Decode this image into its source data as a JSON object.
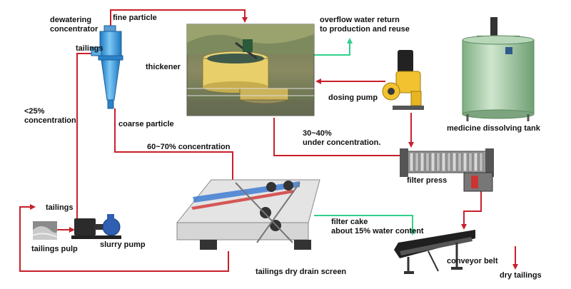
{
  "diagram": {
    "colors": {
      "flow_red": "#c8202a",
      "flow_green": "#2fd08a",
      "cyclone_blue": "#3aa0e0",
      "pump_yellow": "#f2c230",
      "tank_green": "#9fc7a0",
      "screen_gray": "#cfcfcf",
      "press_gray": "#8a8a8a",
      "belt_dark": "#2a2a2a"
    },
    "labels": {
      "dewatering_concentrator": [
        "dewatering",
        "concentrator"
      ],
      "fine_particle": "fine particle",
      "tailings_top": "tailings",
      "overflow_water": [
        "overflow water return",
        "to production and reuse"
      ],
      "thickener": "thickener",
      "dosing_pump": "dosing pump",
      "concentration_low": [
        "<25%",
        "concentration"
      ],
      "coarse_particle": "coarse particle",
      "medicine_tank": "medicine dissolving tank",
      "under_concentration": [
        "30~40%",
        "under concentration."
      ],
      "concentration_mid": "60~70% concentration",
      "filter_press": "filter press",
      "tailings_left": "tailings",
      "filter_cake": [
        "filter cake",
        "about 15% water content"
      ],
      "tailings_pulp": "tailings pulp",
      "slurry_pump": "slurry pump",
      "conveyor_belt": "conveyor belt",
      "dry_drain_screen": "tailings dry drain screen",
      "dry_tailings": "dry tailings"
    },
    "icons": {
      "cyclone": "hydrocyclone-icon",
      "thickener": "thickener-photo",
      "dosing_pump": "dosing-pump-icon",
      "tank": "tank-icon",
      "filter_press": "filter-press-icon",
      "screen": "dewatering-screen-icon",
      "slurry_pump": "slurry-pump-icon",
      "pulp": "tailings-pulp-icon",
      "conveyor": "conveyor-belt-icon"
    }
  }
}
